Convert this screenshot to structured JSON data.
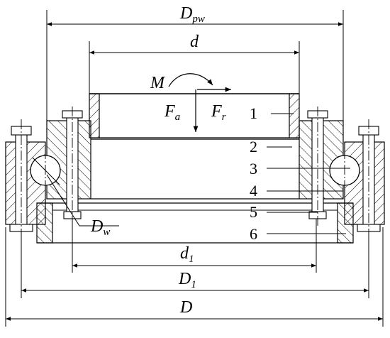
{
  "dimensions": {
    "Dpw": {
      "main": "D",
      "sub": "pw"
    },
    "d": {
      "main": "d"
    },
    "d1": {
      "main": "d",
      "sub": "1"
    },
    "D1": {
      "main": "D",
      "sub": "1"
    },
    "D": {
      "main": "D"
    },
    "Dw": {
      "main": "D",
      "sub": "w"
    }
  },
  "loads": {
    "moment": "M",
    "axial": {
      "main": "F",
      "sub": "a"
    },
    "radial": {
      "main": "F",
      "sub": "r"
    }
  },
  "parts": [
    "1",
    "2",
    "3",
    "4",
    "5",
    "6"
  ],
  "colors": {
    "line": "#000000",
    "background": "#ffffff",
    "hatch": "#000000"
  }
}
